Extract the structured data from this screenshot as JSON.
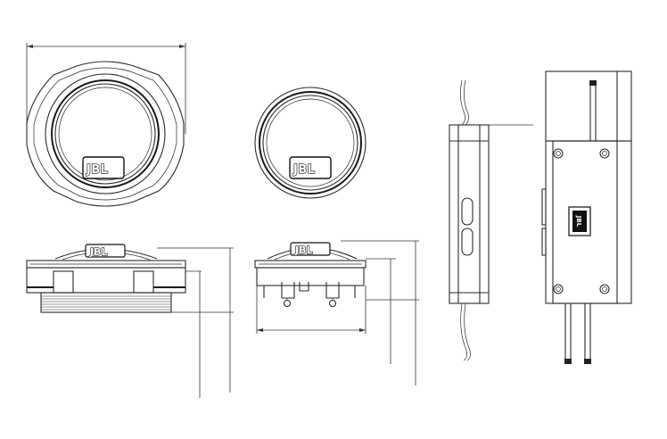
{
  "drawing": {
    "brand_logo": "JBL",
    "views": [
      "front-view-speaker",
      "front-view-tweeter",
      "side-view-speaker",
      "side-view-tweeter",
      "crossover-side-view",
      "crossover-top-view"
    ]
  }
}
